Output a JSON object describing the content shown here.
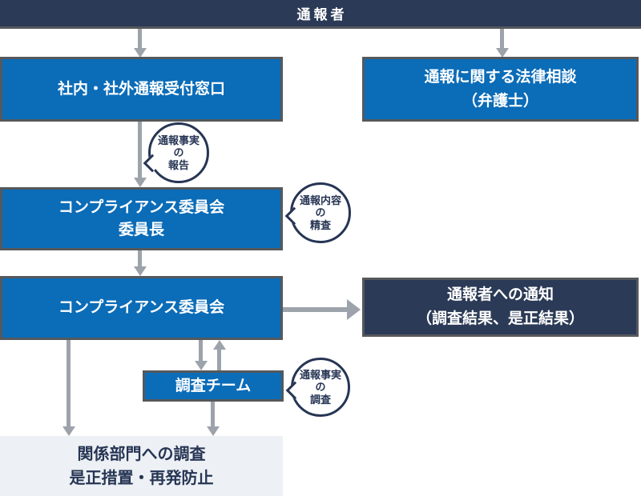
{
  "colors": {
    "navy": "#2b3a56",
    "blue": "#0b6cb8",
    "arrow_gray": "#9da3ab",
    "border_gray": "#55585c",
    "light_bg": "#edf0f4",
    "navy_ink": "#263554"
  },
  "flowchart": {
    "reporter": {
      "label": "通報者"
    },
    "reception": {
      "label": "社内・社外通報受付窓口"
    },
    "legal": {
      "line1": "通報に関する法律相談",
      "line2": "（弁護士）"
    },
    "chair": {
      "line1": "コンプライアンス委員会",
      "line2": "委員長"
    },
    "committee": {
      "label": "コンプライアンス委員会"
    },
    "notify": {
      "line1": "通報者への通知",
      "line2": "（調査結果、是正結果）"
    },
    "team": {
      "label": "調査チーム"
    },
    "action": {
      "line1": "関係部門への調査",
      "line2": "是正措置・再発防止"
    },
    "bubble_report": {
      "line1": "通報事実",
      "line2": "の",
      "line3": "報告"
    },
    "bubble_review": {
      "line1": "通報内容",
      "line2": "の",
      "line3": "精査"
    },
    "bubble_investigate": {
      "line1": "通報事実",
      "line2": "の",
      "line3": "調査"
    }
  }
}
